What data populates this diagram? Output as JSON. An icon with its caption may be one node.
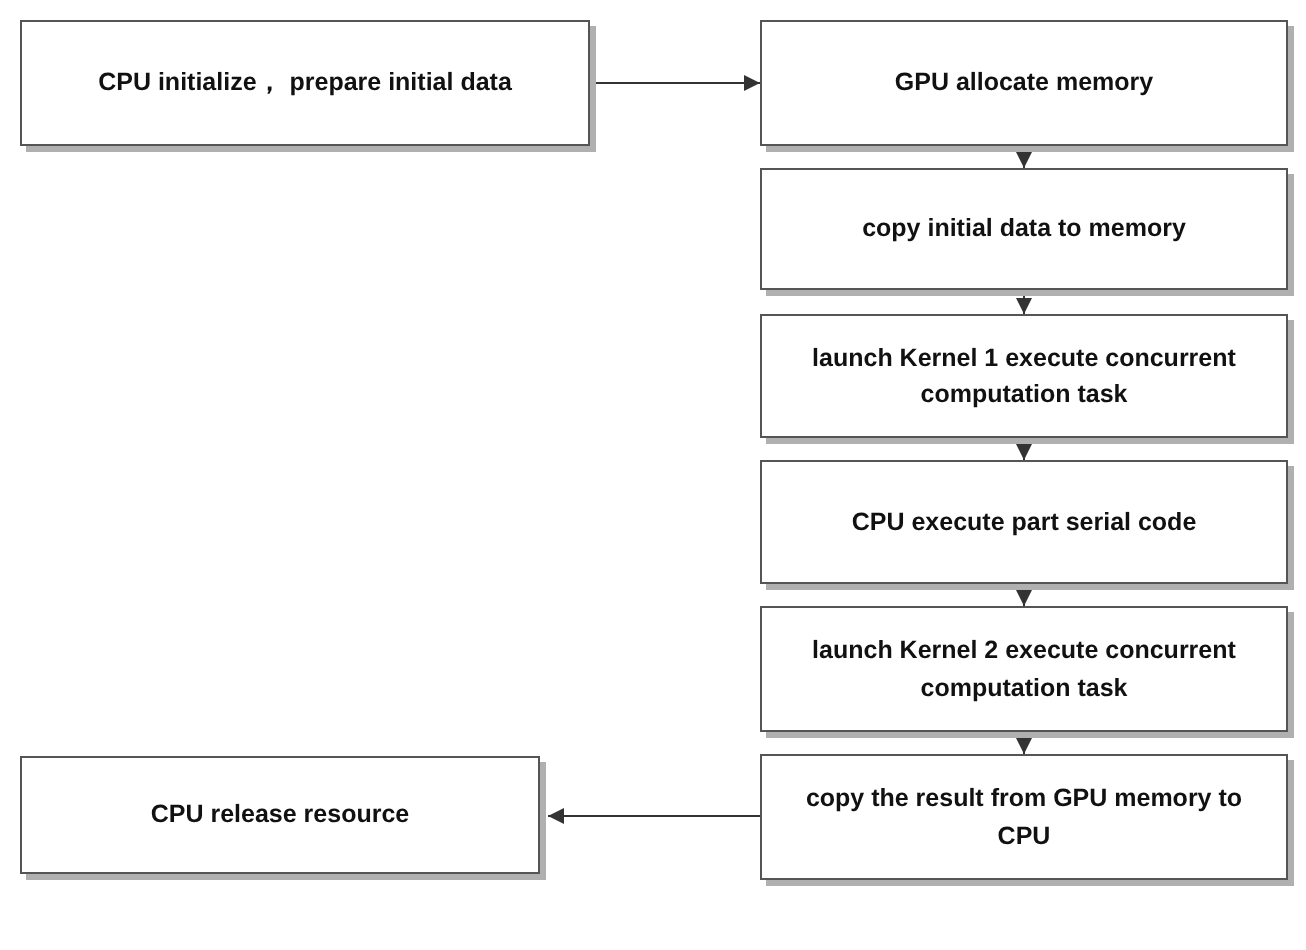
{
  "diagram": {
    "nodes": [
      {
        "text": [
          "CPU initialize， prepare initial data"
        ]
      },
      {
        "text": [
          "GPU allocate memory"
        ]
      },
      {
        "text": [
          "copy initial data to memory"
        ]
      },
      {
        "text": [
          "launch Kernel 1  execute concurrent computation task"
        ]
      },
      {
        "text": [
          "CPU execute part serial code"
        ]
      },
      {
        "text": [
          "launch Kernel 2  execute concurrent computation task"
        ]
      },
      {
        "text": [
          "copy the result from GPU memory to CPU"
        ]
      },
      {
        "text": [
          "CPU release resource"
        ]
      }
    ],
    "edges": [
      {
        "from": 0,
        "to": 1,
        "arrow": "to"
      },
      {
        "from": 1,
        "to": 2,
        "arrow": "to"
      },
      {
        "from": 2,
        "to": 3,
        "arrow": "to"
      },
      {
        "from": 3,
        "to": 4,
        "arrow": "to"
      },
      {
        "from": 4,
        "to": 5,
        "arrow": "to"
      },
      {
        "from": 5,
        "to": 6,
        "arrow": "to"
      },
      {
        "from": 6,
        "to": 7,
        "arrow": "to"
      }
    ]
  }
}
